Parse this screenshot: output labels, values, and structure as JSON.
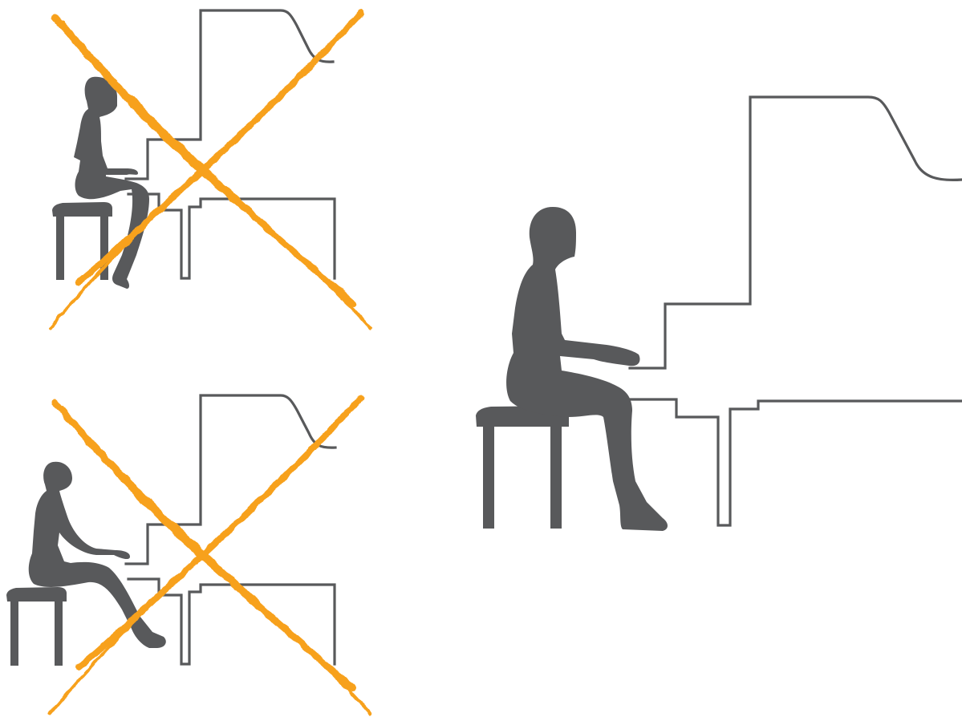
{
  "colors": {
    "background": "#ffffff",
    "silhouette": "#58595b",
    "piano_line": "#58595b",
    "cross": "#f7a11f"
  },
  "panels": [
    {
      "id": "top-left",
      "posture": "seated-too-close",
      "verdict": "incorrect",
      "mark": "cross-icon"
    },
    {
      "id": "bottom-left",
      "posture": "seated-too-far",
      "verdict": "incorrect",
      "mark": "cross-icon"
    },
    {
      "id": "right",
      "posture": "seated-correct-distance",
      "verdict": "correct",
      "mark": ""
    }
  ]
}
